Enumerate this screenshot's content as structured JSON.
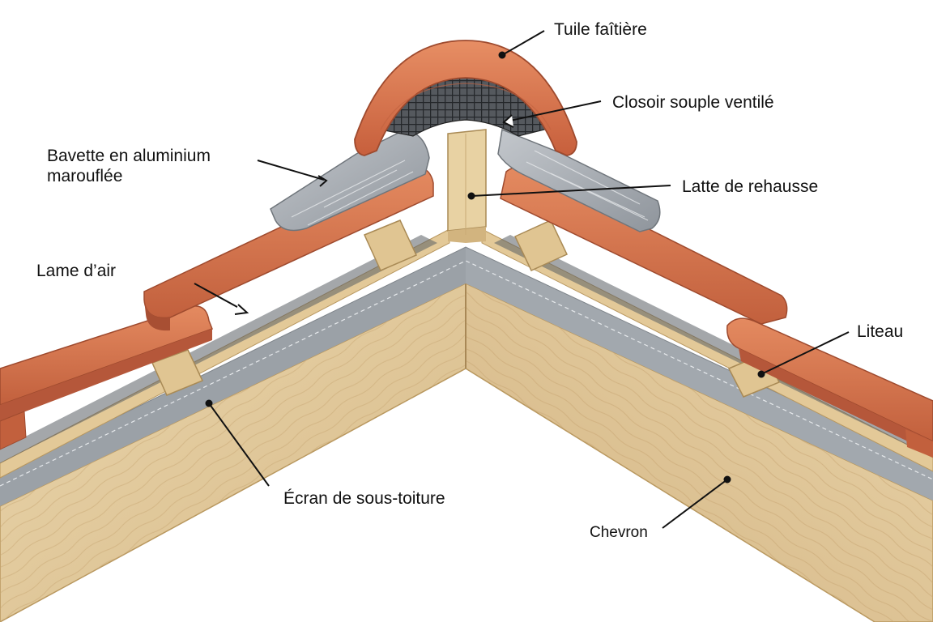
{
  "labels": {
    "tuile_faitiere": "Tuile faîtière",
    "closoir": "Closoir souple ventilé",
    "bavette_line1": "Bavette en aluminium",
    "bavette_line2": "marouflée",
    "latte_rehausse": "Latte de rehausse",
    "lame_air": "Lame d’air",
    "liteau": "Liteau",
    "ecran": "Écran de sous-toiture",
    "chevron": "Chevron"
  },
  "colors": {
    "tile": "#d9774f",
    "tile_dark": "#b9593a",
    "wood": "#e6cfa2",
    "wood_dark": "#cdb080",
    "membrane": "#9aa0a6",
    "aluminium": "#a7acb2",
    "mesh": "#3b3f44",
    "leader": "#111111"
  }
}
